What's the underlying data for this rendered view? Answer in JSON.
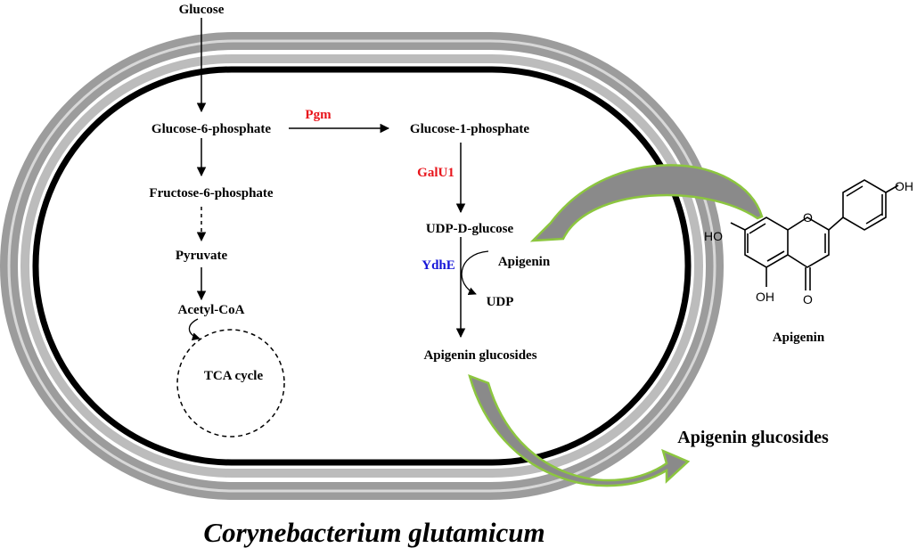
{
  "species": "Corynebacterium glutamicum",
  "glycolysis": {
    "glucose": "Glucose",
    "g6p": "Glucose-6-phosphate",
    "f6p": "Fructose-6-phosphate",
    "pyruvate": "Pyruvate",
    "acetyl_coa": "Acetyl-CoA",
    "tca": "TCA cycle"
  },
  "udp_pathway": {
    "g1p": "Glucose-1-phosphate",
    "udp_glucose": "UDP-D-glucose",
    "apigenin_in": "Apigenin",
    "udp": "UDP",
    "product": "Apigenin glucosides"
  },
  "enzymes": {
    "pgm": "Pgm",
    "galu1": "GalU1",
    "ydhe": "YdhE"
  },
  "external": {
    "apigenin_label": "Apigenin",
    "export_label": "Apigenin glucosides"
  },
  "structure_atoms": {
    "oh_left": "HO",
    "oh_right": "OH",
    "oh_bottom": "OH",
    "ring_o": "O",
    "carbonyl_o": "O"
  },
  "colors": {
    "enzyme_red": "#e8141b",
    "enzyme_blue": "#1515d8",
    "transport_arrow_fill": "#8a8a8a",
    "transport_arrow_outline": "#8cc63f",
    "cell_wall_outer": "#9c9c9c",
    "cell_membrane": "#000000"
  }
}
